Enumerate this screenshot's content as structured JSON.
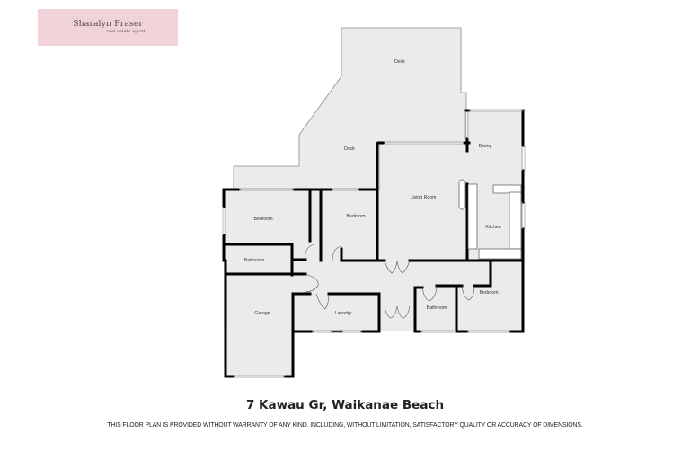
{
  "logo": {
    "name": "Sharalyn Fraser",
    "tagline": "real estate agent",
    "background": "#f0d3d8"
  },
  "floor_plan": {
    "rooms": [
      {
        "id": "deck-upper",
        "label": "Deck"
      },
      {
        "id": "deck-lower",
        "label": "Deck"
      },
      {
        "id": "dining",
        "label": "Dining"
      },
      {
        "id": "living-room",
        "label": "Living Room"
      },
      {
        "id": "kitchen",
        "label": "Kitchen"
      },
      {
        "id": "bedroom-1",
        "label": "Bedroom"
      },
      {
        "id": "bedroom-2",
        "label": "Bedroom"
      },
      {
        "id": "bathroom-1",
        "label": "Bathroom"
      },
      {
        "id": "garage",
        "label": "Garage"
      },
      {
        "id": "laundry",
        "label": "Laundry"
      },
      {
        "id": "bathroom-2",
        "label": "Bathroom"
      },
      {
        "id": "bedroom-3",
        "label": "Bedroom"
      }
    ],
    "colors": {
      "floor": "#ebebeb",
      "wall": "#000000",
      "outline": "#8a8a8a"
    }
  },
  "address": "7 Kawau Gr, Waikanae Beach",
  "disclaimer": "THIS FLOOR PLAN IS PROVIDED WITHOUT WARRANTY OF ANY KIND. INCLUDING, WITHOUT LIMITATION,  SATISFACTORY QUALITY OR ACCURACY OF DIMENSIONS."
}
